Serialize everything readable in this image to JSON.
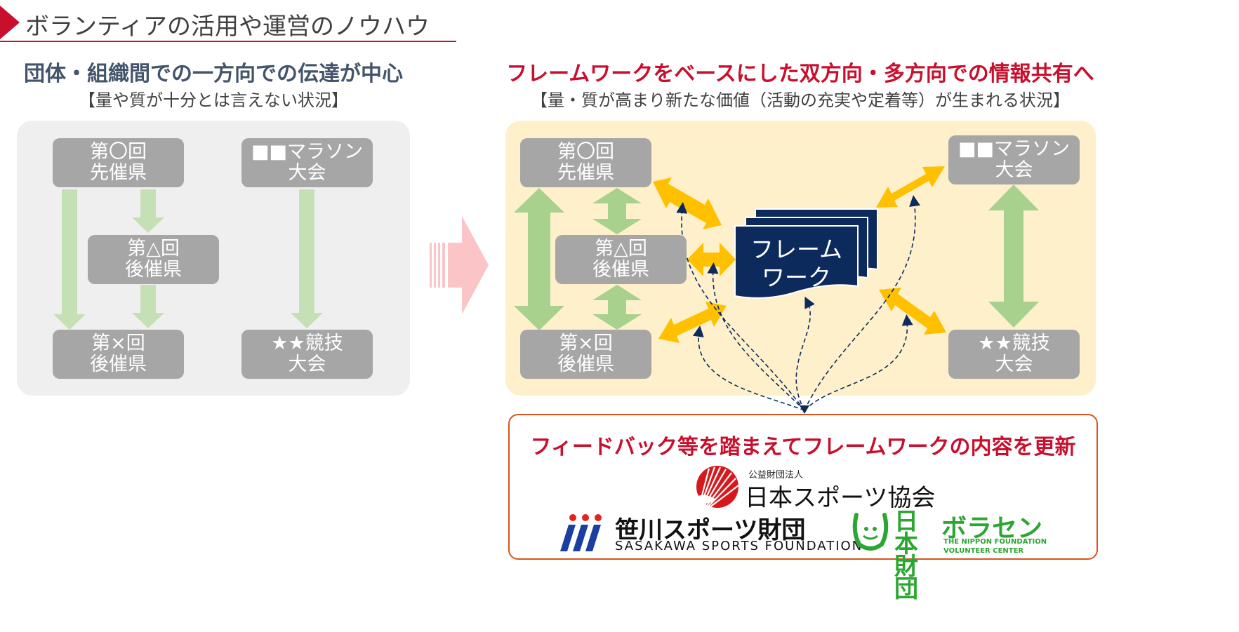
{
  "title": "ボランティアの活用や運営のノウハウ",
  "left": {
    "heading": "団体・組織間での一方向での伝達が中心",
    "subheading": "【量や質が十分とは言えない状況】",
    "nodes": {
      "first_l1": "第〇回",
      "first_l2": "先催県",
      "second_l1": "第△回",
      "second_l2": "後催県",
      "third_l1": "第×回",
      "third_l2": "後催県",
      "marathon_l1": "■■マラソン",
      "marathon_l2": "大会",
      "comp_l1": "★★競技",
      "comp_l2": "大会"
    }
  },
  "right": {
    "heading": "フレームワークをベースにした双方向・多方向での情報共有へ",
    "subheading": "【量・質が高まり新たな価値（活動の充実や定着等）が生まれる状況】",
    "nodes": {
      "first_l1": "第〇回",
      "first_l2": "先催県",
      "second_l1": "第△回",
      "second_l2": "後催県",
      "third_l1": "第×回",
      "third_l2": "後催県",
      "marathon_l1": "■■マラソン",
      "marathon_l2": "大会",
      "comp_l1": "★★競技",
      "comp_l2": "大会"
    },
    "framework_l1": "フレーム",
    "framework_l2": "ワーク"
  },
  "feedback": "フィードバック等を踏まえてフレームワークの内容を更新",
  "logos": {
    "jsa_small": "公益財団法人",
    "jsa_name": "日本スポーツ協会",
    "ssf_name": "笹川スポーツ財団",
    "ssf_en": "SASAKAWA SPORTS FOUNDATION",
    "nf_jp_top": "日本",
    "nf_jp_bottom": "財団",
    "nf_name": "ボラセン",
    "nf_en1": "THE NIPPON FOUNDATION",
    "nf_en2": "VOLUNTEER CENTER"
  },
  "colors": {
    "accent_red": "#c8102e",
    "node_gray": "#a6a6a6",
    "arrow_green": "#c5e0b4",
    "arrow_green_dark": "#a9d18e",
    "arrow_yellow": "#ffc000",
    "framework_navy": "#0d2a5c",
    "left_panel": "#efefef",
    "right_panel": "#fdf0cb"
  }
}
